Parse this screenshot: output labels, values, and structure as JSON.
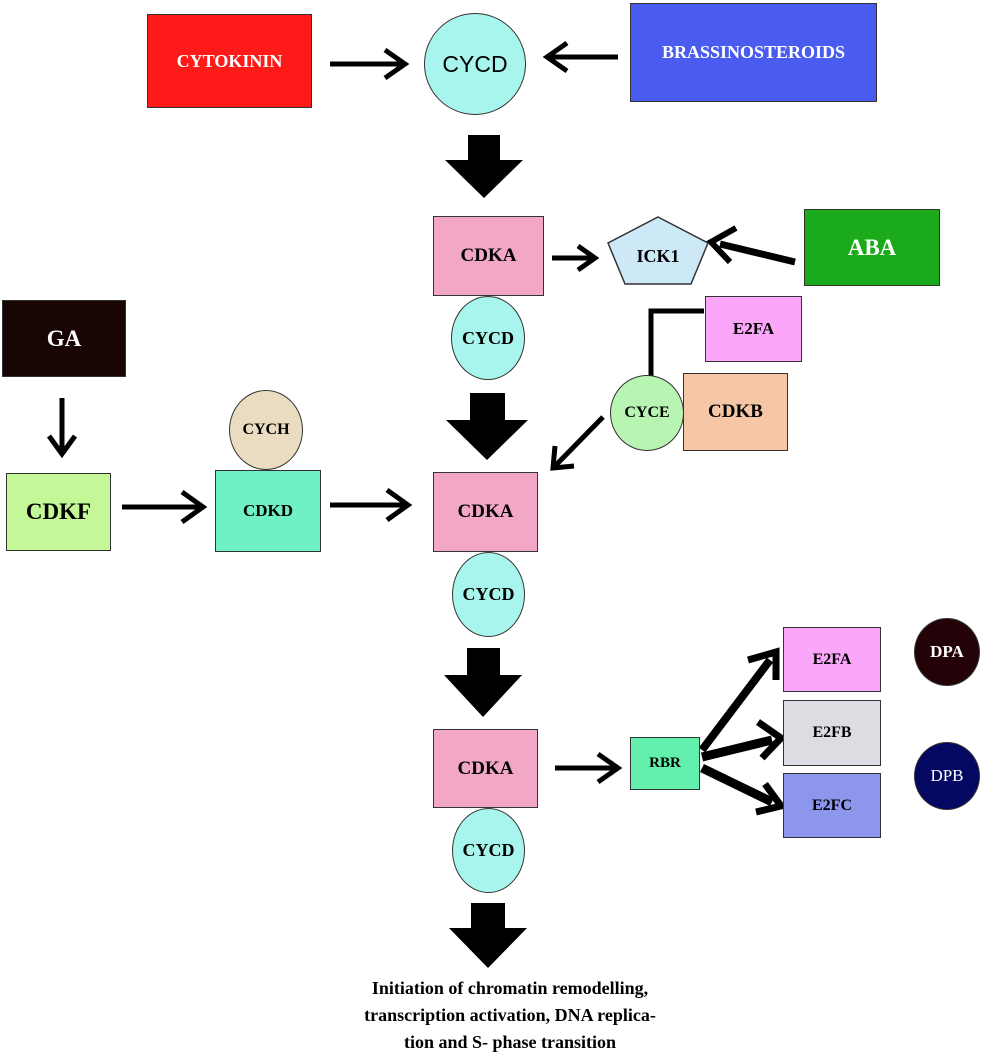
{
  "diagram": {
    "hormones": {
      "cytokinin": "CYTOKININ",
      "brassinosteroids": "BRASSINOSTEROIDS",
      "aba": "ABA",
      "ga": "GA"
    },
    "nodes": {
      "cycd_top": "CYCD",
      "cdka_1": "CDKA",
      "cycd_1": "CYCD",
      "ick1": "ICK1",
      "e2fa_upper": "E2FA",
      "cyce": "CYCE",
      "cdkb": "CDKB",
      "cych": "CYCH",
      "cdkf": "CDKF",
      "cdkd": "CDKD",
      "cdka_2": "CDKA",
      "cycd_2": "CYCD",
      "cdka_3": "CDKA",
      "cycd_3": "CYCD",
      "rbr": "RBR",
      "e2fa_lower": "E2FA",
      "e2fb": "E2FB",
      "e2fc": "E2FC",
      "dpa": "DPA",
      "dpb": "DPB"
    },
    "outcome": "Initiation of chromatin remodelling,\ntranscription activation, DNA replica-\ntion and S- phase transition"
  },
  "colors": {
    "cytokinin": "#ff1a1a",
    "brassinosteroids": "#4a5cf0",
    "aba": "#1aaa1a",
    "ga": "#1a0505",
    "cycd": "#a8f5ee",
    "cdka": "#f3a7c6",
    "ick1": "#cde8f7",
    "e2fa": "#fba6f8",
    "cyce": "#b8f5b3",
    "cdkb": "#f5c7a6",
    "cych": "#eadcc0",
    "cdkf": "#c4f797",
    "cdkd": "#6ff0c7",
    "rbr": "#63f0ad",
    "e2fb": "#dedbe3",
    "e2fc": "#8c96ed",
    "dpa": "#230308",
    "dpb": "#050862"
  }
}
